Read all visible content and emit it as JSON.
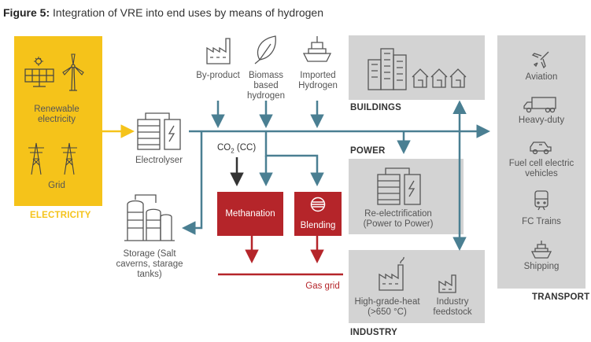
{
  "figure": {
    "label": "Figure 5:",
    "title": "Integration of VRE into end uses by means of hydrogen"
  },
  "electricity": {
    "section": "ELECTRICITY",
    "renewable": "Renewable electricity",
    "grid": "Grid",
    "color": "#f5c31a"
  },
  "electrolyser": {
    "label": "Electrolyser"
  },
  "inputs": {
    "byproduct": "By-product",
    "biomass": "Biomass based hydrogen",
    "imported": "Imported Hydrogen"
  },
  "co2": {
    "label_main": "CO",
    "label_sub": "2",
    "label_rest": " (CC)"
  },
  "methanation": {
    "label": "Methanation",
    "color": "#b5252a"
  },
  "blending": {
    "label": "Blending"
  },
  "storage": {
    "label": "Storage (Salt caverns, starage tanks)"
  },
  "gas_grid": {
    "label": "Gas grid"
  },
  "buildings": {
    "section": "BUILDINGS"
  },
  "power": {
    "section": "POWER",
    "reelec": "Re-electrification (Power to Power)"
  },
  "industry": {
    "section": "INDUSTRY",
    "heat": "High-grade-heat (>650 °C)",
    "feedstock": "Industry feedstock"
  },
  "transport": {
    "section": "TRANSPORT",
    "items": [
      "Aviation",
      "Heavy-duty",
      "Fuel cell electric vehicles",
      "FC Trains",
      "Shipping"
    ]
  },
  "colors": {
    "gray_box": "#d3d3d3",
    "arrow_blue": "#4a7f92",
    "arrow_red": "#b5252a",
    "text_gray": "#555555"
  }
}
